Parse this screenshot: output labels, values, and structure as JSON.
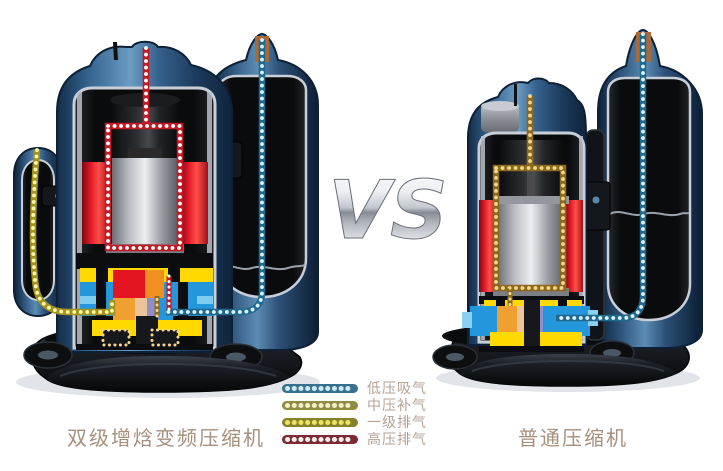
{
  "page": {
    "background_color": "#ffffff"
  },
  "comparison": {
    "vs_text": "VS",
    "left": {
      "caption": "双级增焓变频压缩机"
    },
    "right": {
      "caption": "普通压缩机"
    }
  },
  "legend": {
    "label_color": "#b5a294",
    "items": [
      {
        "label": "低压吸气",
        "line_color": "#37718e",
        "bead_color": "#cfe9f2"
      },
      {
        "label": "中压补气",
        "line_color": "#8f8d42",
        "bead_color": "#f3efc8"
      },
      {
        "label": "一级排气",
        "line_color": "#85822e",
        "bead_color": "#ece35e"
      },
      {
        "label": "高压排气",
        "line_color": "#7c2b33",
        "bead_color": "#f7f0ee"
      }
    ]
  },
  "captions_color": "#a6907d",
  "flows": {
    "low_pressure_suction": {
      "line_color": "#20688c",
      "bead_color": "#d9f2fb"
    },
    "medium_pressure_injection": {
      "line_color": "#a29220",
      "bead_color": "#fdf6a6"
    },
    "first_stage_discharge": {
      "line_color": "#8a6a20",
      "bead_color": "#f6d488"
    },
    "high_pressure_discharge": {
      "line_color": "#c41824",
      "bead_color": "#ffffff"
    }
  }
}
